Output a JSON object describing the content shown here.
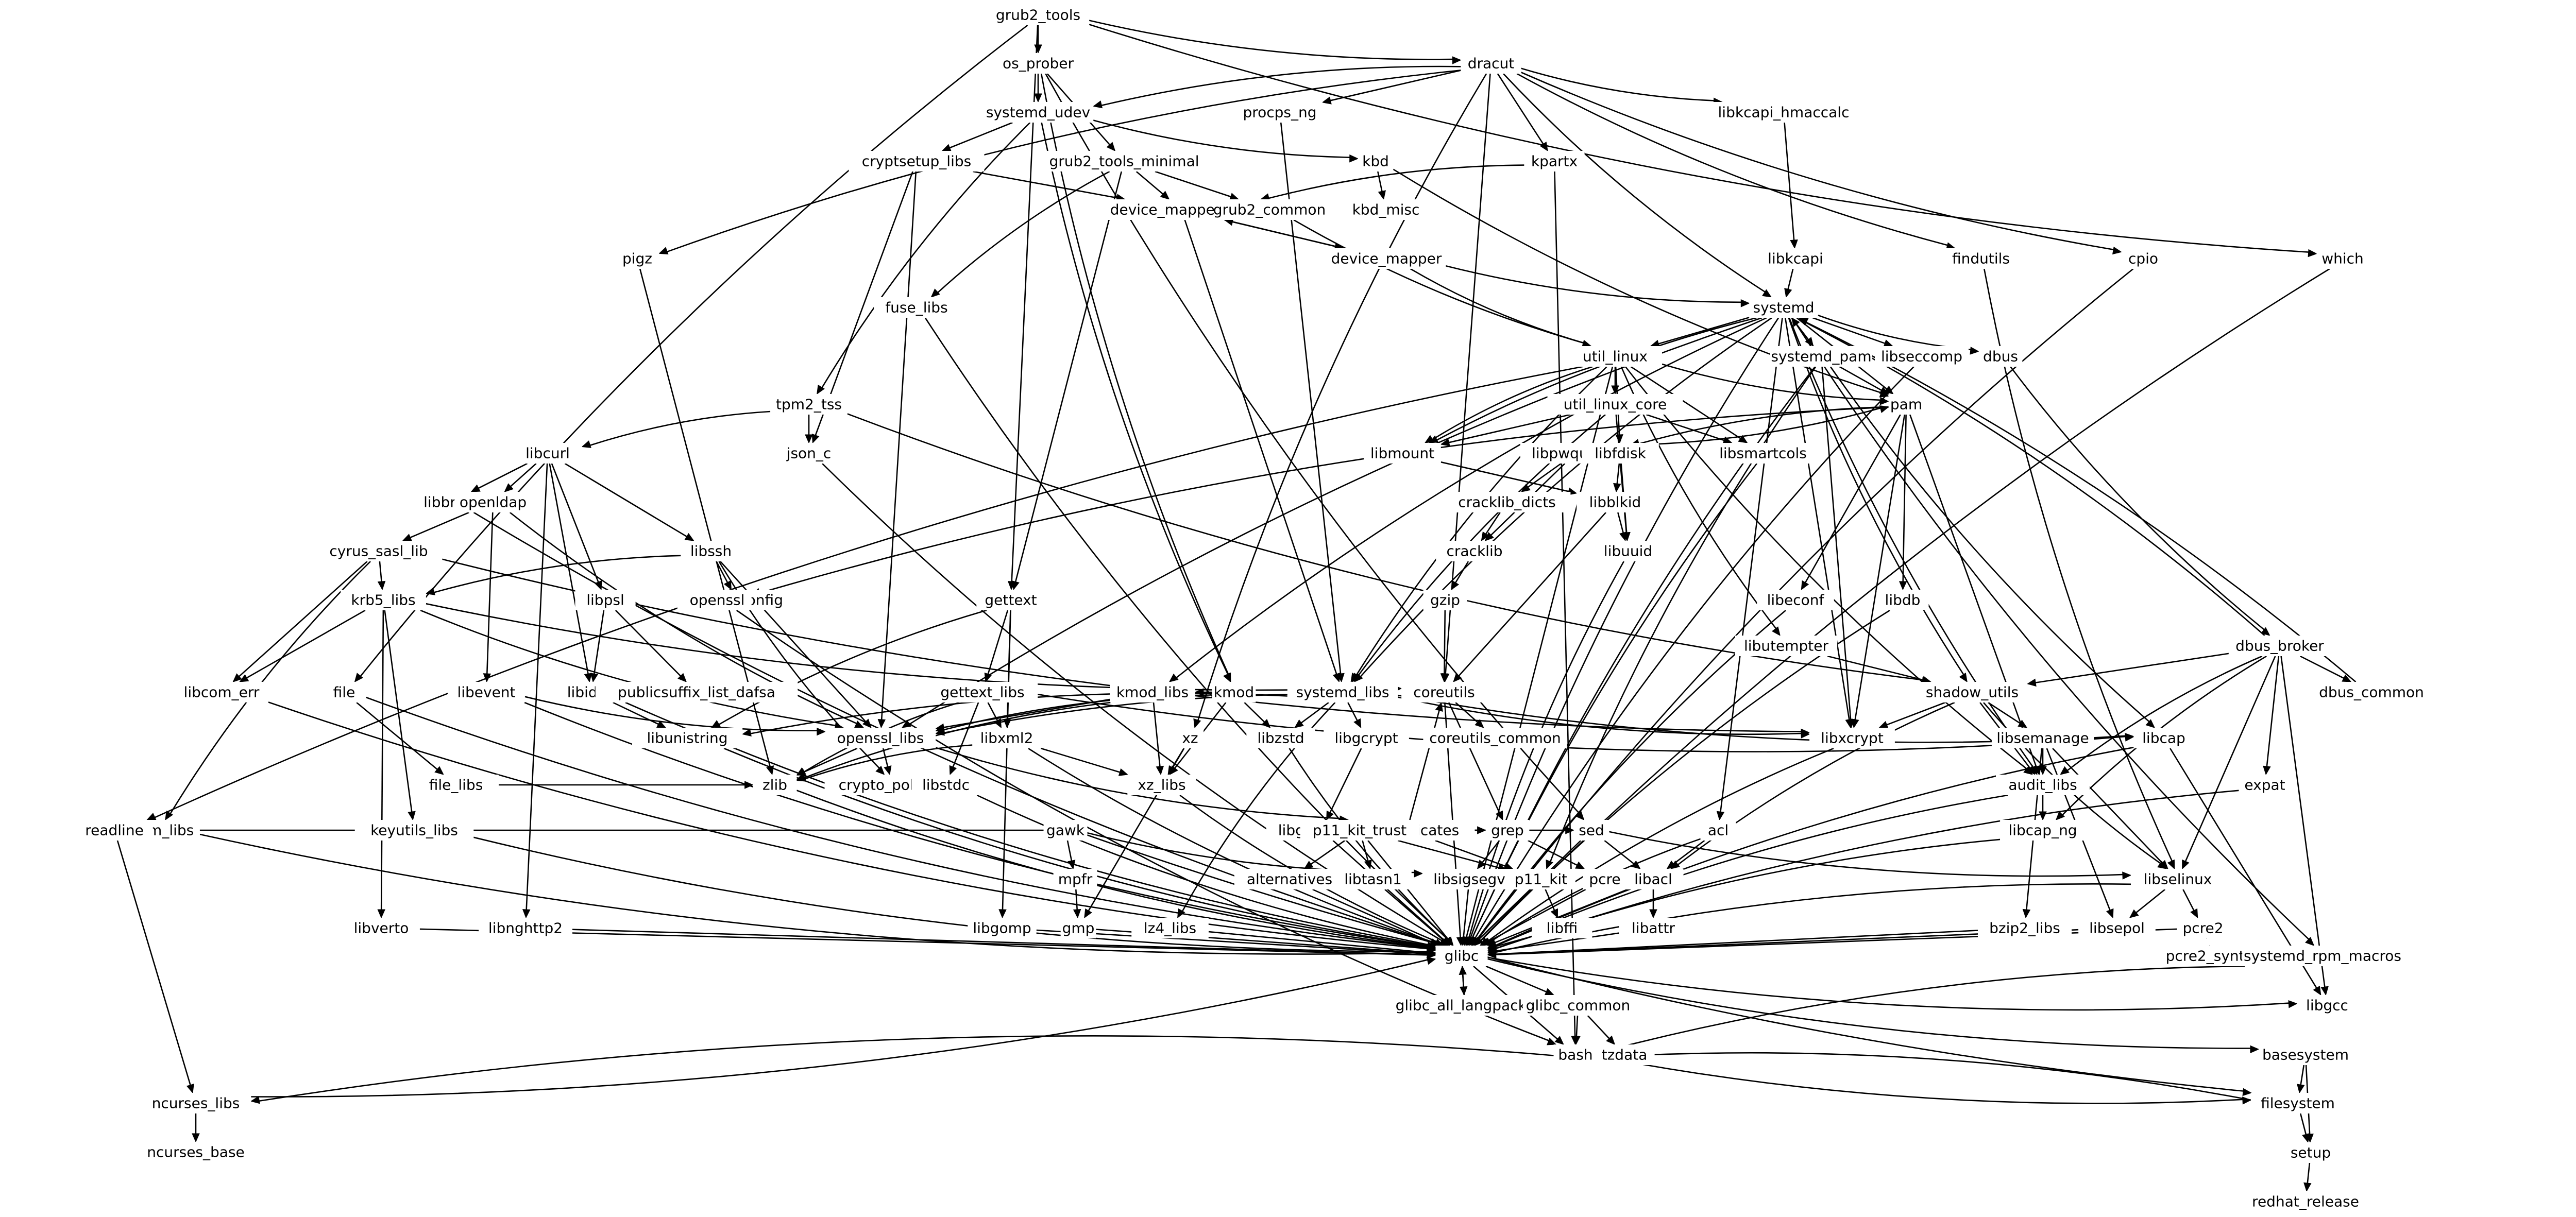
{
  "graph": {
    "type": "dependency-graph",
    "directed": true,
    "nodes": [
      "grub2_tools",
      "os_prober",
      "dracut",
      "systemd_udev",
      "procps_ng",
      "libkcapi_hmaccalc",
      "cryptsetup_libs",
      "grub2_tools_minimal",
      "kbd",
      "kpartx",
      "device_mapper_libs",
      "grub2_common",
      "kbd_misc",
      "device_mapper",
      "pigz",
      "fuse_libs",
      "libkcapi",
      "findutils",
      "cpio",
      "which",
      "systemd",
      "systemd_pam",
      "libseccomp",
      "dbus",
      "util_linux",
      "tpm2_tss",
      "json_c",
      "util_linux_core",
      "pam",
      "libmount",
      "libsmartcols",
      "libcurl",
      "libbrotli",
      "openldap",
      "libpwquality",
      "libfdisk",
      "cracklib_dicts",
      "libblkid",
      "libuuid",
      "cyrus_sasl_lib",
      "libssh",
      "cracklib",
      "krb5_libs",
      "libssh_config",
      "openssl",
      "libpsl",
      "gettext",
      "libeconf",
      "libdb",
      "gzip",
      "libutempter",
      "dbus_broker",
      "dbus_common",
      "libcom_err",
      "file",
      "libevent",
      "libidn2",
      "publicsuffix_list_dafsa",
      "gettext_libs",
      "kmod_libs",
      "kmod",
      "systemd_libs",
      "coreutils",
      "shadow_utils",
      "libunistring",
      "openssl_libs",
      "libxml2",
      "libzstd",
      "libgcrypt",
      "xz",
      "coreutils_common",
      "libxcrypt",
      "libcap",
      "libsemanage",
      "file_libs",
      "zlib",
      "crypto_policies",
      "libstdc",
      "xz_libs",
      "libgpg_error",
      "ca_certificates",
      "audit_libs",
      "expat",
      "gdbm_libs",
      "keyutils_libs",
      "gawk",
      "p11_kit_trust",
      "grep",
      "sed",
      "acl",
      "libcap_ng",
      "readline",
      "mpfr",
      "alternatives",
      "libtasn1",
      "libsigsegv",
      "p11_kit",
      "pcre",
      "libacl",
      "libselinux",
      "libverto",
      "libnghttp2",
      "libgomp",
      "gmp",
      "lz4_libs",
      "libffi",
      "libattr",
      "bzip2_libs",
      "libsepol",
      "pcre2",
      "glibc",
      "pcre2_syntax",
      "systemd_rpm_macros",
      "glibc_all_langpacks",
      "glibc_common",
      "libgcc",
      "bash",
      "tzdata",
      "basesystem",
      "ncurses_libs",
      "filesystem",
      "setup",
      "ncurses_base",
      "redhat_release"
    ],
    "edges": [
      [
        "grub2_tools",
        "os_prober"
      ],
      [
        "grub2_tools",
        "dracut"
      ],
      [
        "grub2_tools",
        "which"
      ],
      [
        "grub2_tools",
        "file"
      ],
      [
        "grub2_tools",
        "gettext"
      ],
      [
        "os_prober",
        "systemd_udev"
      ],
      [
        "os_prober",
        "grub2_tools_minimal"
      ],
      [
        "os_prober",
        "kmod"
      ],
      [
        "os_prober",
        "sed"
      ],
      [
        "dracut",
        "systemd_udev"
      ],
      [
        "dracut",
        "procps_ng"
      ],
      [
        "dracut",
        "libkcapi_hmaccalc"
      ],
      [
        "dracut",
        "kpartx"
      ],
      [
        "dracut",
        "pigz"
      ],
      [
        "dracut",
        "findutils"
      ],
      [
        "dracut",
        "cpio"
      ],
      [
        "dracut",
        "xz"
      ],
      [
        "dracut",
        "coreutils"
      ],
      [
        "dracut",
        "systemd"
      ],
      [
        "systemd_udev",
        "cryptsetup_libs"
      ],
      [
        "systemd_udev",
        "kbd"
      ],
      [
        "systemd_udev",
        "tpm2_tss"
      ],
      [
        "systemd_udev",
        "kmod"
      ],
      [
        "procps_ng",
        "systemd_libs"
      ],
      [
        "libkcapi_hmaccalc",
        "libkcapi"
      ],
      [
        "cryptsetup_libs",
        "device_mapper_libs"
      ],
      [
        "cryptsetup_libs",
        "json_c"
      ],
      [
        "cryptsetup_libs",
        "openssl_libs"
      ],
      [
        "grub2_tools_minimal",
        "device_mapper_libs"
      ],
      [
        "grub2_tools_minimal",
        "grub2_common"
      ],
      [
        "grub2_tools_minimal",
        "gettext"
      ],
      [
        "grub2_tools_minimal",
        "fuse_libs"
      ],
      [
        "kbd",
        "kbd_misc"
      ],
      [
        "kbd",
        "pam"
      ],
      [
        "kpartx",
        "device_mapper_libs"
      ],
      [
        "kpartx",
        "bash"
      ],
      [
        "device_mapper_libs",
        "device_mapper"
      ],
      [
        "device_mapper_libs",
        "systemd_libs"
      ],
      [
        "device_mapper",
        "device_mapper_libs"
      ],
      [
        "device_mapper",
        "systemd"
      ],
      [
        "device_mapper",
        "util_linux"
      ],
      [
        "grub2_common",
        "util_linux"
      ],
      [
        "pigz",
        "zlib"
      ],
      [
        "fuse_libs",
        "glibc"
      ],
      [
        "libkcapi",
        "systemd"
      ],
      [
        "findutils",
        "libselinux"
      ],
      [
        "cpio",
        "glibc"
      ],
      [
        "which",
        "glibc"
      ],
      [
        "systemd",
        "systemd_pam"
      ],
      [
        "systemd",
        "libseccomp"
      ],
      [
        "systemd",
        "dbus"
      ],
      [
        "systemd",
        "util_linux"
      ],
      [
        "systemd",
        "pam"
      ],
      [
        "systemd",
        "libmount"
      ],
      [
        "systemd",
        "kmod_libs"
      ],
      [
        "systemd",
        "systemd_libs"
      ],
      [
        "systemd",
        "shadow_utils"
      ],
      [
        "systemd",
        "audit_libs"
      ],
      [
        "systemd",
        "acl"
      ],
      [
        "systemd",
        "systemd_rpm_macros"
      ],
      [
        "systemd",
        "libxcrypt"
      ],
      [
        "systemd",
        "openssl_libs"
      ],
      [
        "systemd",
        "glibc"
      ],
      [
        "systemd_pam",
        "systemd"
      ],
      [
        "systemd_pam",
        "pam"
      ],
      [
        "systemd_pam",
        "libcap"
      ],
      [
        "systemd_pam",
        "p11_kit"
      ],
      [
        "systemd_pam",
        "libxcrypt"
      ],
      [
        "systemd_pam",
        "glibc"
      ],
      [
        "libseccomp",
        "glibc"
      ],
      [
        "dbus",
        "dbus_broker"
      ],
      [
        "util_linux",
        "util_linux_core"
      ],
      [
        "util_linux",
        "libmount"
      ],
      [
        "util_linux",
        "libsmartcols"
      ],
      [
        "util_linux",
        "libfdisk"
      ],
      [
        "util_linux",
        "libutempter"
      ],
      [
        "util_linux",
        "readline"
      ],
      [
        "util_linux",
        "audit_libs"
      ],
      [
        "util_linux",
        "pam"
      ],
      [
        "util_linux",
        "systemd_libs"
      ],
      [
        "util_linux",
        "glibc"
      ],
      [
        "tpm2_tss",
        "json_c"
      ],
      [
        "tpm2_tss",
        "libcurl"
      ],
      [
        "tpm2_tss",
        "shadow_utils"
      ],
      [
        "json_c",
        "glibc"
      ],
      [
        "util_linux_core",
        "libmount"
      ],
      [
        "util_linux_core",
        "libsmartcols"
      ],
      [
        "util_linux_core",
        "libuuid"
      ],
      [
        "util_linux_core",
        "systemd_libs"
      ],
      [
        "pam",
        "libpwquality"
      ],
      [
        "pam",
        "libeconf"
      ],
      [
        "pam",
        "libdb"
      ],
      [
        "pam",
        "audit_libs"
      ],
      [
        "pam",
        "libxcrypt"
      ],
      [
        "pam",
        "openssl"
      ],
      [
        "libmount",
        "libblkid"
      ],
      [
        "libsmartcols",
        "glibc"
      ],
      [
        "libcurl",
        "libbrotli"
      ],
      [
        "libcurl",
        "openldap"
      ],
      [
        "libcurl",
        "libpsl"
      ],
      [
        "libcurl",
        "libidn2"
      ],
      [
        "libcurl",
        "libssh"
      ],
      [
        "libcurl",
        "libnghttp2"
      ],
      [
        "libbrotli",
        "glibc"
      ],
      [
        "openldap",
        "cyrus_sasl_lib"
      ],
      [
        "openldap",
        "libevent"
      ],
      [
        "openldap",
        "openssl_libs"
      ],
      [
        "libpwquality",
        "cracklib_dicts"
      ],
      [
        "libpwquality",
        "cracklib"
      ],
      [
        "libpwquality",
        "pam"
      ],
      [
        "libfdisk",
        "libblkid"
      ],
      [
        "libfdisk",
        "libuuid"
      ],
      [
        "cracklib_dicts",
        "cracklib"
      ],
      [
        "libblkid",
        "libuuid"
      ],
      [
        "libblkid",
        "coreutils"
      ],
      [
        "libuuid",
        "glibc"
      ],
      [
        "cyrus_sasl_lib",
        "krb5_libs"
      ],
      [
        "cyrus_sasl_lib",
        "libcom_err"
      ],
      [
        "cyrus_sasl_lib",
        "gdbm_libs"
      ],
      [
        "cyrus_sasl_lib",
        "libxcrypt"
      ],
      [
        "libssh",
        "libssh_config"
      ],
      [
        "libssh",
        "krb5_libs"
      ],
      [
        "libssh",
        "openssl_libs"
      ],
      [
        "libssh",
        "crypto_policies"
      ],
      [
        "cracklib",
        "gzip"
      ],
      [
        "krb5_libs",
        "libcom_err"
      ],
      [
        "krb5_libs",
        "keyutils_libs"
      ],
      [
        "krb5_libs",
        "libverto"
      ],
      [
        "krb5_libs",
        "coreutils"
      ],
      [
        "krb5_libs",
        "openssl_libs"
      ],
      [
        "openssl",
        "bash"
      ],
      [
        "libpsl",
        "libidn2"
      ],
      [
        "libpsl",
        "publicsuffix_list_dafsa"
      ],
      [
        "gettext",
        "gettext_libs"
      ],
      [
        "gettext",
        "libunistring"
      ],
      [
        "gettext",
        "libgomp"
      ],
      [
        "gettext",
        "libxml2"
      ],
      [
        "libeconf",
        "glibc"
      ],
      [
        "libdb",
        "glibc"
      ],
      [
        "gzip",
        "coreutils"
      ],
      [
        "libutempter",
        "shadow_utils"
      ],
      [
        "dbus_broker",
        "systemd"
      ],
      [
        "dbus_broker",
        "dbus_common"
      ],
      [
        "dbus_broker",
        "shadow_utils"
      ],
      [
        "dbus_broker",
        "audit_libs"
      ],
      [
        "dbus_broker",
        "expat"
      ],
      [
        "dbus_broker",
        "libcap_ng"
      ],
      [
        "dbus_broker",
        "libselinux"
      ],
      [
        "dbus_broker",
        "libgcc"
      ],
      [
        "dbus_common",
        "systemd"
      ],
      [
        "libcom_err",
        "glibc"
      ],
      [
        "file",
        "file_libs"
      ],
      [
        "file",
        "glibc"
      ],
      [
        "libevent",
        "openssl_libs"
      ],
      [
        "libevent",
        "glibc"
      ],
      [
        "libidn2",
        "libunistring"
      ],
      [
        "libidn2",
        "glibc"
      ],
      [
        "gettext_libs",
        "libxml2"
      ],
      [
        "gettext_libs",
        "libstdc"
      ],
      [
        "gettext_libs",
        "zlib"
      ],
      [
        "gettext_libs",
        "libcap"
      ],
      [
        "kmod_libs",
        "openssl_libs"
      ],
      [
        "kmod_libs",
        "xz_libs"
      ],
      [
        "kmod_libs",
        "zlib"
      ],
      [
        "kmod",
        "kmod_libs"
      ],
      [
        "kmod",
        "libzstd"
      ],
      [
        "kmod",
        "xz_libs"
      ],
      [
        "kmod",
        "openssl_libs"
      ],
      [
        "systemd_libs",
        "libcap"
      ],
      [
        "systemd_libs",
        "libgcrypt"
      ],
      [
        "systemd_libs",
        "libzstd"
      ],
      [
        "systemd_libs",
        "lz4_libs"
      ],
      [
        "systemd_libs",
        "libxcrypt"
      ],
      [
        "systemd_libs",
        "libunistring"
      ],
      [
        "coreutils",
        "coreutils_common"
      ],
      [
        "coreutils",
        "openssl_libs"
      ],
      [
        "coreutils",
        "grep"
      ],
      [
        "coreutils",
        "glibc"
      ],
      [
        "shadow_utils",
        "libsemanage"
      ],
      [
        "shadow_utils",
        "audit_libs"
      ],
      [
        "shadow_utils",
        "libselinux"
      ],
      [
        "shadow_utils",
        "libxcrypt"
      ],
      [
        "shadow_utils",
        "libacl"
      ],
      [
        "libunistring",
        "glibc"
      ],
      [
        "openssl_libs",
        "zlib"
      ],
      [
        "openssl_libs",
        "crypto_policies"
      ],
      [
        "openssl_libs",
        "ca_certificates"
      ],
      [
        "libxml2",
        "xz_libs"
      ],
      [
        "libxml2",
        "zlib"
      ],
      [
        "libxml2",
        "glibc"
      ],
      [
        "libzstd",
        "glibc"
      ],
      [
        "libgcrypt",
        "libgpg_error"
      ],
      [
        "xz",
        "xz_libs"
      ],
      [
        "xz",
        "gmp"
      ],
      [
        "libxcrypt",
        "glibc"
      ],
      [
        "libcap",
        "libgcc"
      ],
      [
        "libcap",
        "glibc"
      ],
      [
        "libsemanage",
        "audit_libs"
      ],
      [
        "libsemanage",
        "libselinux"
      ],
      [
        "libsemanage",
        "libsepol"
      ],
      [
        "libsemanage",
        "bzip2_libs"
      ],
      [
        "file_libs",
        "zlib"
      ],
      [
        "zlib",
        "glibc"
      ],
      [
        "libstdc",
        "glibc"
      ],
      [
        "xz_libs",
        "glibc"
      ],
      [
        "libgpg_error",
        "glibc"
      ],
      [
        "ca_certificates",
        "p11_kit_trust"
      ],
      [
        "ca_certificates",
        "sed"
      ],
      [
        "ca_certificates",
        "grep"
      ],
      [
        "ca_certificates",
        "p11_kit"
      ],
      [
        "ca_certificates",
        "coreutils"
      ],
      [
        "audit_libs",
        "libcap_ng"
      ],
      [
        "audit_libs",
        "glibc"
      ],
      [
        "expat",
        "glibc"
      ],
      [
        "gdbm_libs",
        "glibc"
      ],
      [
        "keyutils_libs",
        "glibc"
      ],
      [
        "gawk",
        "mpfr"
      ],
      [
        "gawk",
        "readline"
      ],
      [
        "gawk",
        "libsigsegv"
      ],
      [
        "gawk",
        "filesystem"
      ],
      [
        "p11_kit_trust",
        "alternatives"
      ],
      [
        "p11_kit_trust",
        "libtasn1"
      ],
      [
        "p11_kit_trust",
        "p11_kit"
      ],
      [
        "p11_kit_trust",
        "glibc"
      ],
      [
        "grep",
        "pcre"
      ],
      [
        "grep",
        "libsigsegv"
      ],
      [
        "sed",
        "libacl"
      ],
      [
        "sed",
        "libselinux"
      ],
      [
        "sed",
        "glibc"
      ],
      [
        "acl",
        "libacl"
      ],
      [
        "acl",
        "glibc"
      ],
      [
        "libcap_ng",
        "glibc"
      ],
      [
        "readline",
        "ncurses_libs"
      ],
      [
        "mpfr",
        "gmp"
      ],
      [
        "alternatives",
        "glibc"
      ],
      [
        "libtasn1",
        "glibc"
      ],
      [
        "libsigsegv",
        "glibc"
      ],
      [
        "p11_kit",
        "libffi"
      ],
      [
        "p11_kit",
        "glibc"
      ],
      [
        "pcre",
        "glibc"
      ],
      [
        "libacl",
        "libattr"
      ],
      [
        "libacl",
        "glibc"
      ],
      [
        "libselinux",
        "pcre2"
      ],
      [
        "libselinux",
        "libsepol"
      ],
      [
        "libselinux",
        "glibc"
      ],
      [
        "libverto",
        "glibc"
      ],
      [
        "libnghttp2",
        "glibc"
      ],
      [
        "libgomp",
        "glibc"
      ],
      [
        "gmp",
        "glibc"
      ],
      [
        "lz4_libs",
        "glibc"
      ],
      [
        "libffi",
        "glibc"
      ],
      [
        "libattr",
        "glibc"
      ],
      [
        "bzip2_libs",
        "glibc"
      ],
      [
        "libsepol",
        "glibc"
      ],
      [
        "pcre2",
        "pcre2_syntax"
      ],
      [
        "pcre2",
        "glibc"
      ],
      [
        "glibc",
        "glibc_all_langpacks"
      ],
      [
        "glibc",
        "glibc_common"
      ],
      [
        "glibc",
        "libgcc"
      ],
      [
        "glibc",
        "basesystem"
      ],
      [
        "glibc",
        "bash"
      ],
      [
        "glibc_all_langpacks",
        "glibc"
      ],
      [
        "glibc_common",
        "bash"
      ],
      [
        "glibc_common",
        "tzdata"
      ],
      [
        "systemd_rpm_macros",
        "bash"
      ],
      [
        "bash",
        "ncurses_libs"
      ],
      [
        "bash",
        "filesystem"
      ],
      [
        "basesystem",
        "filesystem"
      ],
      [
        "basesystem",
        "setup"
      ],
      [
        "ncurses_libs",
        "glibc"
      ],
      [
        "ncurses_libs",
        "ncurses_base"
      ],
      [
        "filesystem",
        "bash"
      ],
      [
        "filesystem",
        "setup"
      ],
      [
        "setup",
        "redhat_release"
      ]
    ]
  }
}
